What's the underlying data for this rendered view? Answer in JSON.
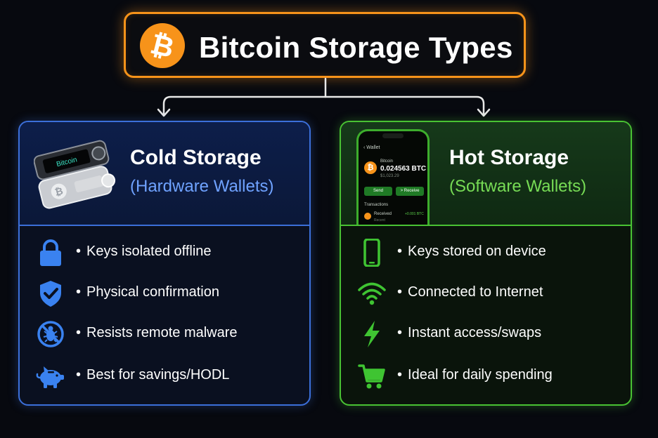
{
  "title": "Bitcoin Storage Types",
  "colors": {
    "bitcoin_orange": "#f7931a",
    "cold_blue": "#3b6fd9",
    "cold_subtitle": "#6fa2ff",
    "hot_green": "#49c233",
    "hot_subtitle": "#77dc55",
    "background": "#07090f"
  },
  "cold": {
    "title": "Cold Storage",
    "subtitle": "(Hardware Wallets)",
    "device_label": "Bitcoin",
    "features": [
      {
        "icon": "lock-icon",
        "text": "Keys isolated offline"
      },
      {
        "icon": "shield-check-icon",
        "text": "Physical confirmation"
      },
      {
        "icon": "no-bug-icon",
        "text": "Resists remote malware"
      },
      {
        "icon": "piggy-bank-icon",
        "text": "Best for savings/HODL"
      }
    ]
  },
  "hot": {
    "title": "Hot Storage",
    "subtitle": "(Software Wallets)",
    "phone": {
      "back": "‹ Wallet",
      "coin_label": "Bitcoin",
      "amount": "0.024563 BTC",
      "fiat": "$1,023.29",
      "send": "Send",
      "receive": "> Receive",
      "transactions_title": "Transactions",
      "tx_label": "Received",
      "tx_sub": "Recent",
      "tx_amount": "+0.001 BTC"
    },
    "features": [
      {
        "icon": "smartphone-icon",
        "text": "Keys stored on device"
      },
      {
        "icon": "wifi-icon",
        "text": "Connected to Internet"
      },
      {
        "icon": "lightning-icon",
        "text": "Instant access/swaps"
      },
      {
        "icon": "shopping-cart-icon",
        "text": "Ideal for daily spending"
      }
    ]
  }
}
